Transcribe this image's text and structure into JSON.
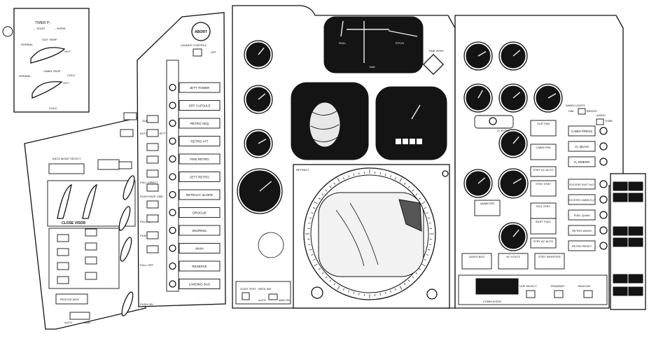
{
  "colors": {
    "ink": "#111111",
    "paper": "#ffffff",
    "gauge_face": "#141414"
  },
  "left_card": {
    "timer": "TIMER P₁",
    "timer_sub": [
      "← SOLID",
      "→ NORM"
    ],
    "suit_temp": "SUIT TEMP",
    "cabin_temp": "CABIN TEMP",
    "hot": "HOT",
    "cold": "COLD",
    "normal": "NORMAL"
  },
  "left_console": {
    "abort": "ABORT",
    "launch_control": "LAUNCH CONTROL",
    "off": "OFF",
    "ascs_mode_select": "ASCS MODE SELECT",
    "close_visor": "CLOSE VISOR",
    "rescue_aids": "RESCUE AIDS",
    "auto": "AUTO",
    "man": "MAN",
    "squib": "SQUIB",
    "auto_retro_jett": "AUTO RETRO JETT",
    "full_direct": "FULL DIRECT",
    "push_rate_cmd": "PUSH RATE CMD",
    "pull_off": "PULL OFF",
    "push_on": "PUSH ON",
    "sequence": [
      "JETT TOWER",
      "SEP CAPSULE",
      "RETRO SEQ",
      "RETRO ATT",
      "FIRE RETRO",
      "JETT RETRO",
      "RETRACT SCOPE",
      "DROGUE",
      "SNORKEL",
      "MAIN",
      "RESERVE",
      "LANDING BAG"
    ]
  },
  "center": {
    "attitude": [
      "ROLL",
      "PITCH",
      "YAW"
    ],
    "time_zero": "TIME ZERO",
    "o2_flow": "O₂ FLOW",
    "retract": "RETRACT",
    "light_test": "LIGHT TEST",
    "rate_ind": "RATE IND",
    "auto": "AUTO",
    "man_on": "MAN ON"
  },
  "right_panel": {
    "warn_lights": "WARN LIGHTS",
    "dim": "DIM",
    "bright": "BRIGHT",
    "audio": "AUDIO",
    "tone": "TONE",
    "suit_fan": "SUIT FAN",
    "cabin_fan": "CABIN FAN",
    "stby_dc_auto": "STBY DC AUTO",
    "stby_stby": "STBY STBY",
    "ammeter": "AMMETER",
    "isol_stby": "ISOL STBY",
    "inlet_fuel": "INLET FUEL",
    "stby_ac_auto": "STBY AC AUTO",
    "audio_bus": "AUDIO BUS",
    "ac_volts": "AC VOLTS",
    "stby_inverter": "STBY INVERTER",
    "comm_audio": "COMM AUDIO",
    "uhf_select": "UHF SELECT",
    "transmit": "TRANSMIT",
    "beacon": "BEACON",
    "warnings": [
      "CABIN PRESS",
      "O₂ QUAN",
      "O₂ EMERG"
    ],
    "warnings2": [
      "EXCESS SUIT H₂O",
      "EXCESS CABIN H₂O",
      "FUEL QUAN",
      "RETRO WARN",
      "RETRO RESET"
    ]
  }
}
